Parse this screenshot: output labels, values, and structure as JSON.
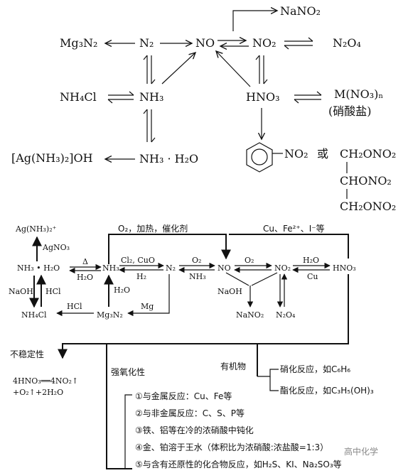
{
  "top": {
    "nano2": "NaNO₂",
    "mg3n2": "Mg₃N₂",
    "n2": "N₂",
    "no": "NO",
    "no2": "NO₂",
    "n2o4": "N₂O₄",
    "nh4cl": "NH₄Cl",
    "nh3": "NH₃",
    "hno3": "HNO₃",
    "nitrate_formula": "M(NO₃)ₙ",
    "nitrate_name": "(硝酸盐)",
    "agcomplex": "[Ag(NH₃)₂]OH",
    "nh3h2o": "NH₃ · H₂O",
    "nitrobenzene_sub": "NO₂",
    "or_word": "或",
    "glyceryl_1": "CH₂ONO₂",
    "glyceryl_2": "CHONO₂",
    "glyceryl_3": "CH₂ONO₂"
  },
  "bottom": {
    "ag_ion": "Ag(NH₃)₂⁺",
    "agno3": "AgNO₃",
    "nh3_h2o": "NH₃ • H₂O",
    "delta": "Δ",
    "h2o_a": "H₂O",
    "nh3": "NH₃",
    "naoh": "NaOH",
    "hcl": "HCl",
    "nh4cl": "NH₄Cl",
    "o2_top": "O₂，加热，催化剂",
    "cu_top": "Cu、Fe²⁺、I⁻等",
    "cl2cuo": "Cl₂, CuO",
    "h2": "H₂",
    "n2": "N₂",
    "o2_a": "O₂",
    "nh3_b": "NH₃",
    "no": "NO",
    "o2_b": "O₂",
    "no2": "NO₂",
    "h2o_b": "H₂O",
    "cu_b": "Cu",
    "hno3": "HNO₃",
    "h2o_c": "H₂O",
    "hcl_b": "HCl",
    "mg3n2": "Mg₃N₂",
    "mg": "Mg",
    "naoh_b": "NaOH",
    "nano2": "NaNO₂",
    "n2o4": "N₂O₄",
    "unstable": "不稳定性",
    "decomp_1": "4HNO₃══4NO₂↑",
    "decomp_2": "+O₂↑+2H₂O",
    "strong_ox": "强氧化性",
    "organic": "有机物",
    "nitration": "硝化反应，如C₆H₆",
    "ester": "酯化反应，如C₃H₅(OH)₃",
    "item1": "①与金属反应：Cu、Fe等",
    "item2": "②与非金属反应：C、S、P等",
    "item3": "③铁、铝等在冷的浓硝酸中钝化",
    "item4": "④金、铂溶于王水（体积比为浓硝酸:浓盐酸=1:3）",
    "item5": "⑤与含有还原性的化合物反应，如H₂S、KI、Na₂SO₃等",
    "watermark": "高中化学"
  }
}
